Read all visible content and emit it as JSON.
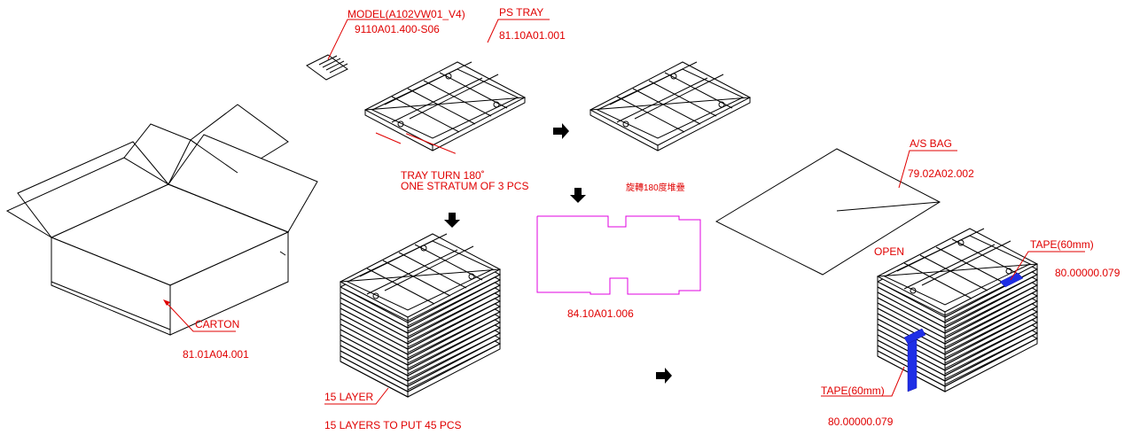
{
  "labels": {
    "model": "MODEL(A102VW01_V4)",
    "model_pn": "9110A01.400-S06",
    "ps_tray": "PS TRAY",
    "ps_tray_pn": "81.10A01.001",
    "tray_turn": "TRAY TURN 180˚",
    "one_stratum": "ONE STRATUM OF 3 PCS",
    "rotate_stack": "旋轉180度堆疊",
    "carton": "CARTON",
    "carton_pn": "81.01A04.001",
    "layer15": "15 LAYER",
    "layers_note": "15 LAYERS TO PUT 45 PCS",
    "sheet_pn": "84.10A01.006",
    "as_bag": "A/S BAG",
    "as_bag_pn": "79.02A02.002",
    "open": "OPEN",
    "tape_right": "TAPE(60mm)",
    "tape_right_pn": "80.00000.079",
    "tape_left": "TAPE(60mm)",
    "tape_left_pn": "80.00000.079"
  },
  "colors": {
    "annotation": "#e00000",
    "separator_sheet": "#e000e0",
    "tape": "#1e2ee6",
    "line": "#000000"
  }
}
